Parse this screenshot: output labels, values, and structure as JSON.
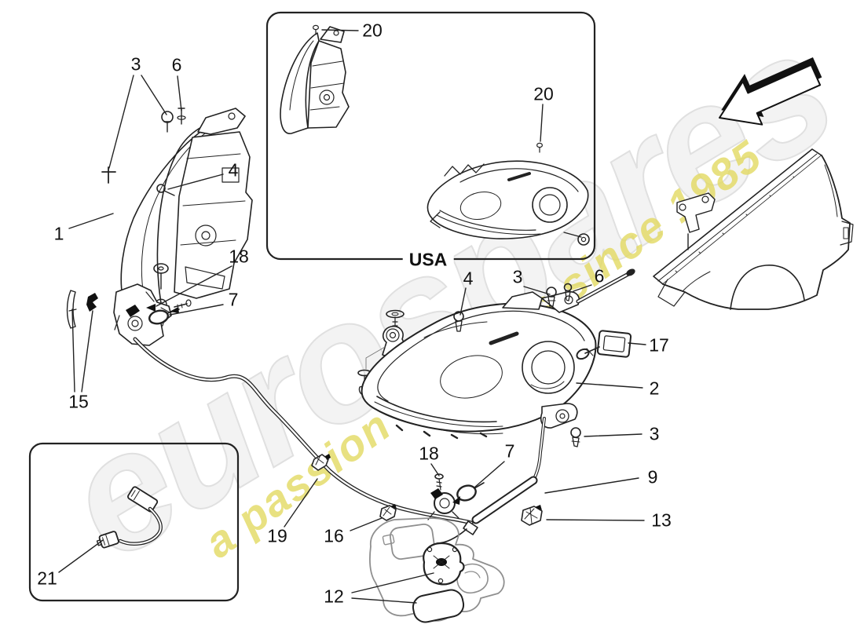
{
  "watermark": {
    "brand": "eurospares",
    "tagline": "a passion for parts since 1985",
    "brand_color": "#f0f0f0",
    "tagline_color": "#e3da62"
  },
  "inset": {
    "label": "USA"
  },
  "drawing": {
    "line_color": "#222222",
    "light_line_color": "#8f8f8f",
    "background": "#ffffff"
  },
  "callouts": {
    "c1": {
      "text": "1"
    },
    "c2": {
      "text": "2"
    },
    "c3a": {
      "text": "3"
    },
    "c3b": {
      "text": "3"
    },
    "c3c": {
      "text": "3"
    },
    "c4a": {
      "text": "4"
    },
    "c4b": {
      "text": "4"
    },
    "c6a": {
      "text": "6"
    },
    "c6b": {
      "text": "6"
    },
    "c7a": {
      "text": "7"
    },
    "c7b": {
      "text": "7"
    },
    "c9": {
      "text": "9"
    },
    "c12": {
      "text": "12"
    },
    "c13": {
      "text": "13"
    },
    "c15": {
      "text": "15"
    },
    "c16": {
      "text": "16"
    },
    "c17": {
      "text": "17"
    },
    "c18a": {
      "text": "18"
    },
    "c18b": {
      "text": "18"
    },
    "c19": {
      "text": "19"
    },
    "c20a": {
      "text": "20"
    },
    "c20b": {
      "text": "20"
    },
    "c21": {
      "text": "21"
    }
  }
}
